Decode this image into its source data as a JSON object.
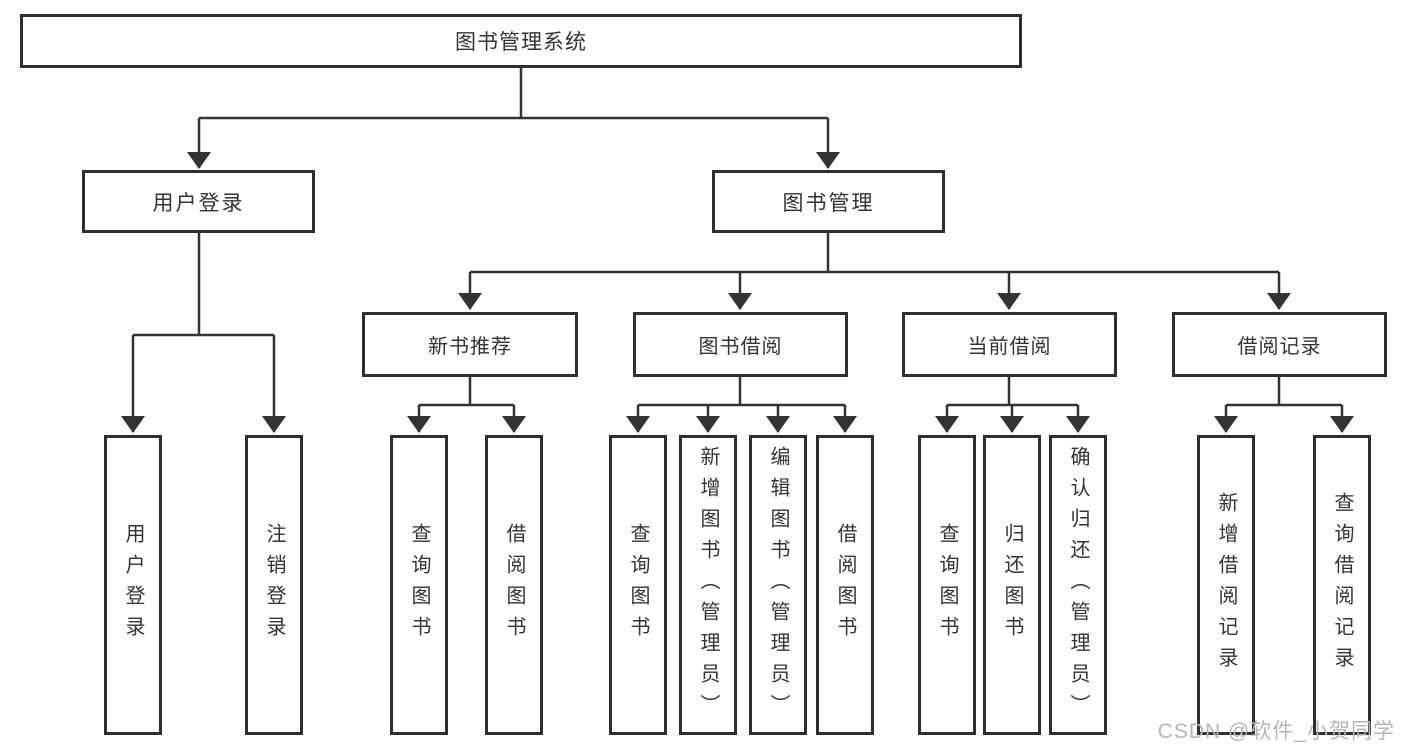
{
  "diagram": {
    "title": "图书管理系统",
    "root": {
      "label": "图书管理系统"
    },
    "branches": [
      {
        "label": "用户登录",
        "children": [
          {
            "label": "用户登录"
          },
          {
            "label": "注销登录"
          }
        ]
      },
      {
        "label": "图书管理",
        "children": [
          {
            "label": "新书推荐",
            "children": [
              {
                "label": "查询图书"
              },
              {
                "label": "借阅图书"
              }
            ]
          },
          {
            "label": "图书借阅",
            "children": [
              {
                "label": "查询图书"
              },
              {
                "label": "新增图书（管理员）"
              },
              {
                "label": "编辑图书（管理员）"
              },
              {
                "label": "借阅图书"
              }
            ]
          },
          {
            "label": "当前借阅",
            "children": [
              {
                "label": "查询图书"
              },
              {
                "label": "归还图书"
              },
              {
                "label": "确认归还（管理员）"
              }
            ]
          },
          {
            "label": "借阅记录",
            "children": [
              {
                "label": "新增借阅记录"
              },
              {
                "label": "查询借阅记录"
              }
            ]
          }
        ]
      }
    ]
  },
  "watermark": {
    "text": "CSDN @软件_小贺同学"
  },
  "colors": {
    "line": "#333333",
    "border": "#2f2f2f",
    "text": "#333333",
    "background": "#ffffff",
    "watermark": "#b5b5ba"
  }
}
